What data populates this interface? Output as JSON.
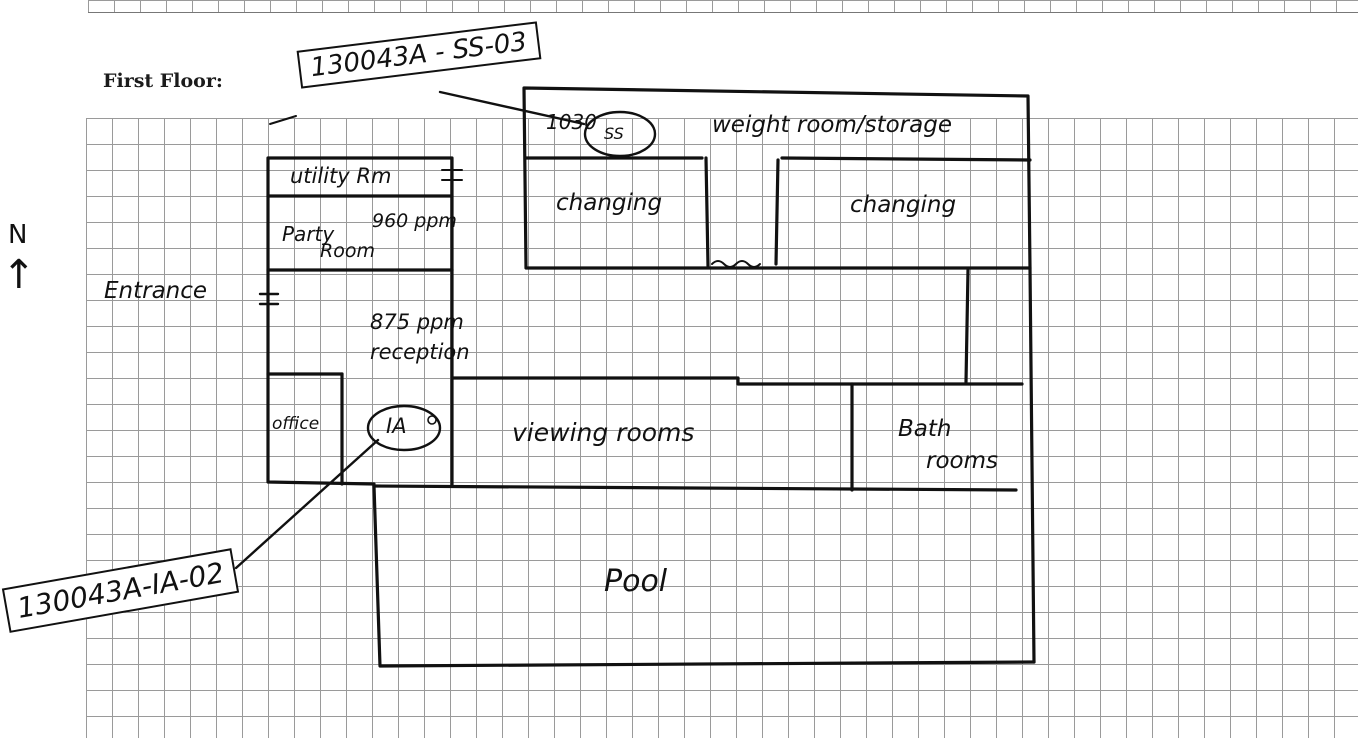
{
  "heading": "First Floor:",
  "compass": {
    "letter": "N",
    "arrow": "↑"
  },
  "tags": {
    "top": "130043A - SS-03",
    "bottom": "130043A-IA-02"
  },
  "rooms": {
    "weight_room": "weight room/storage",
    "weight_room_code": "1030",
    "sample_ss": "SS",
    "changing_left": "changing",
    "changing_right": "changing",
    "utility": "utility Rm",
    "party": "Party",
    "party_room": "Room",
    "party_ppm": "960 ppm",
    "entrance": "Entrance",
    "reception_ppm": "875 ppm",
    "reception": "reception",
    "office": "office",
    "sample_ia": "IA",
    "viewing": "viewing rooms",
    "bath": "Bath",
    "bath_rooms": "rooms",
    "pool": "Pool"
  }
}
